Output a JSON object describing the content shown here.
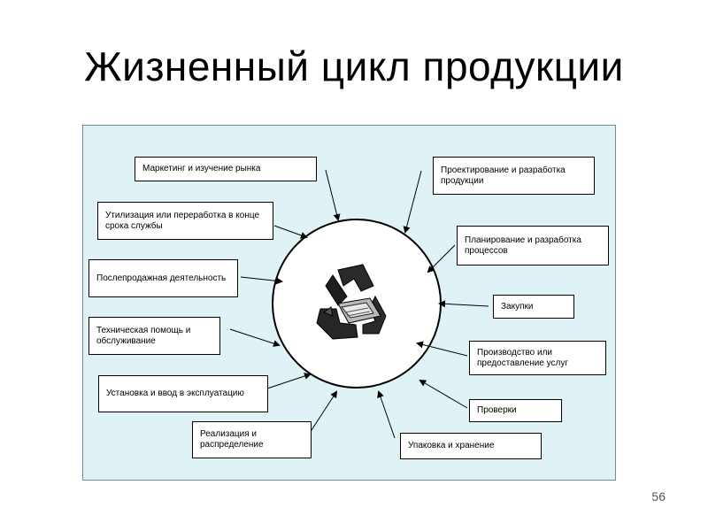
{
  "slide": {
    "title": "Жизненный цикл продукции",
    "page_number": "56"
  },
  "diagram": {
    "stages": [
      {
        "label": "Маркетинг и изучение рынка"
      },
      {
        "label": "Проектирование и разработка продукции"
      },
      {
        "label": "Планирование и разработка процессов"
      },
      {
        "label": "Закупки"
      },
      {
        "label": "Производство или предоставление услуг"
      },
      {
        "label": "Проверки"
      },
      {
        "label": "Упаковка и хранение"
      },
      {
        "label": "Реализация и распределение"
      },
      {
        "label": "Установка и ввод в эксплуатацию"
      },
      {
        "label": "Техническая помощь и обслуживание"
      },
      {
        "label": "Послепродажная деятельность"
      },
      {
        "label": "Утилизация или переработка в конце срока службы"
      }
    ],
    "center_icon": "recycling-icon",
    "colors": {
      "panel_background": "#dff3f7",
      "box_background": "#ffffff",
      "line": "#000000"
    }
  }
}
